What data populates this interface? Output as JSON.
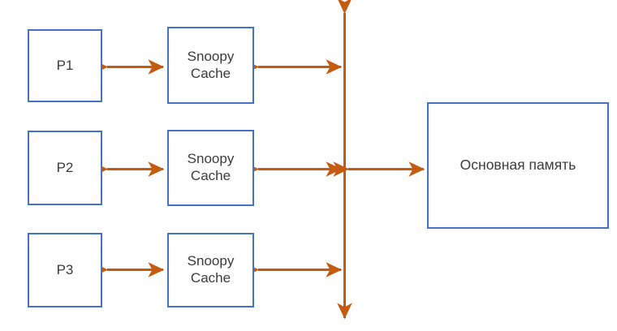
{
  "diagram": {
    "title": "Snoopy cache coherence bus diagram",
    "background_color": "#fefefe",
    "box_border_color": "#4472c4",
    "arrow_color": "#c55a11",
    "text_color": "#3b3b3b",
    "processors": [
      {
        "label": "P1"
      },
      {
        "label": "P2"
      },
      {
        "label": "P3"
      }
    ],
    "caches": [
      {
        "label": "Snoopy\nCache"
      },
      {
        "label": "Snoopy\nCache"
      },
      {
        "label": "Snoopy\nCache"
      }
    ],
    "memory": {
      "label": "Основная память"
    },
    "bus": {
      "name": "system-bus",
      "orientation": "vertical",
      "double_headed": true
    },
    "connections": [
      {
        "from": "P1",
        "to": "Snoopy Cache 1",
        "double_headed": true
      },
      {
        "from": "Snoopy Cache 1",
        "to": "system-bus",
        "double_headed": true
      },
      {
        "from": "P2",
        "to": "Snoopy Cache 2",
        "double_headed": true
      },
      {
        "from": "Snoopy Cache 2",
        "to": "system-bus",
        "double_headed": true
      },
      {
        "from": "system-bus",
        "to": "Основная память",
        "double_headed": true
      },
      {
        "from": "P3",
        "to": "Snoopy Cache 3",
        "double_headed": true
      },
      {
        "from": "Snoopy Cache 3",
        "to": "system-bus",
        "double_headed": true
      }
    ]
  }
}
